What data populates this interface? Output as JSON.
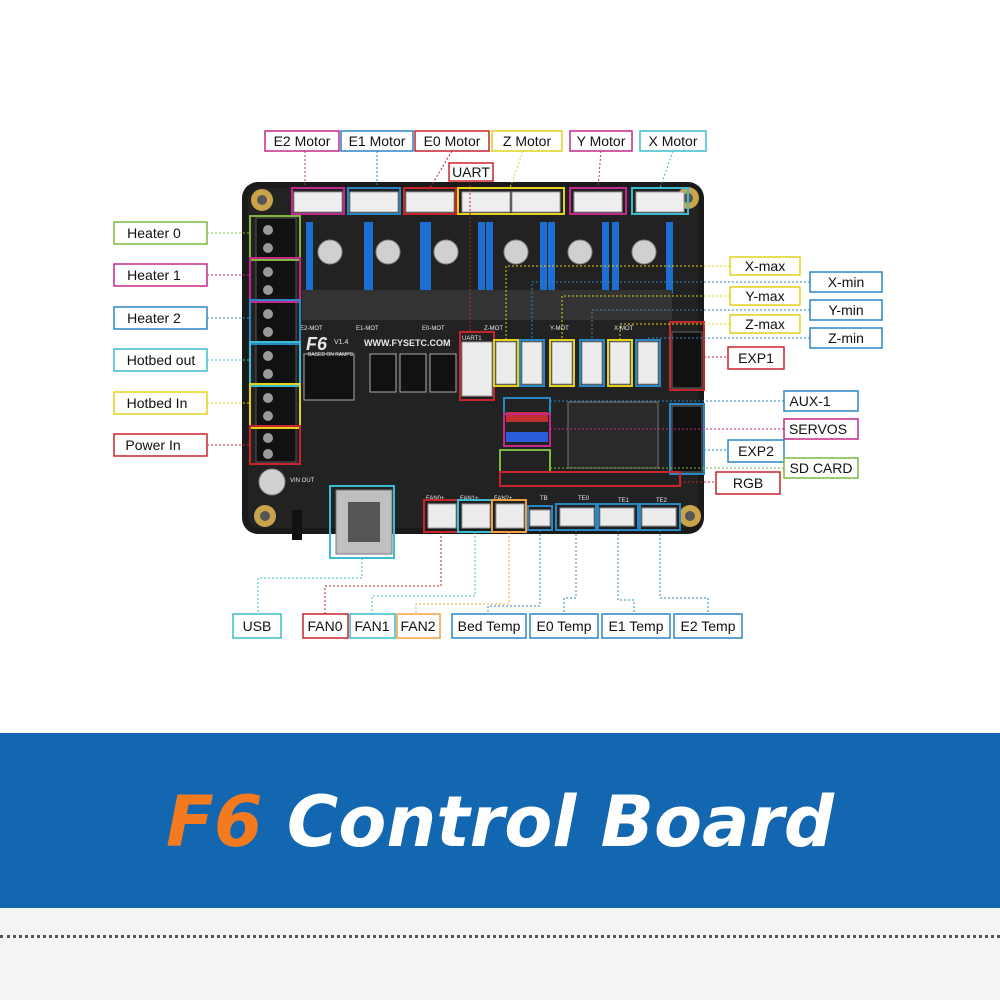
{
  "labels": {
    "e2_motor": "E2 Motor",
    "e1_motor": "E1 Motor",
    "e0_motor": "E0 Motor",
    "z_motor": "Z Motor",
    "y_motor": "Y Motor",
    "x_motor": "X Motor",
    "uart": "UART",
    "heater0": "Heater 0",
    "heater1": "Heater 1",
    "heater2": "Heater 2",
    "hotbed_out": "Hotbed out",
    "hotbed_in": "Hotbed In",
    "power_in": "Power In",
    "x_max": "X-max",
    "x_min": "X-min",
    "y_max": "Y-max",
    "y_min": "Y-min",
    "z_max": "Z-max",
    "z_min": "Z-min",
    "exp1": "EXP1",
    "aux1": "AUX-1",
    "servos": "SERVOS",
    "exp2": "EXP2",
    "sd_card": "SD CARD",
    "rgb": "RGB",
    "usb": "USB",
    "fan0": "FAN0",
    "fan1": "FAN1",
    "fan2": "FAN2",
    "bed_temp": "Bed Temp",
    "e0_temp": "E0 Temp",
    "e1_temp": "E1 Temp",
    "e2_temp": "E2 Temp"
  },
  "board": {
    "model": "F6",
    "version": "V1.4",
    "based_on": "BASED ON RAMPS",
    "website": "WWW.FYSETC.COM",
    "uart_silk": "UART1",
    "e2_mot": "E2-MOT",
    "e1_mot": "E1-MOT",
    "e0_mot": "E0-MOT",
    "z_mot": "Z-MOT",
    "y_mot": "Y-MOT",
    "x_mot": "X-MOT",
    "vin_out": "VIN OUT",
    "fan0": "FAN0+",
    "fan1": "FAN1+",
    "fan2": "FAN2+",
    "tb": "TB",
    "te0": "TE0",
    "te1": "TE1",
    "te2": "TE2"
  },
  "banner": {
    "title_accent": "F6",
    "title_rest": "Control Board"
  },
  "colors": {
    "magenta": "#c4288c",
    "blue": "#2a86c4",
    "red": "#c8242c",
    "yellow": "#e4d21c",
    "cyan": "#3cbcd0",
    "green": "#7cb842",
    "orange": "#f0a040",
    "banner_blue": "#1366b0",
    "accent_orange": "#f47a20"
  }
}
